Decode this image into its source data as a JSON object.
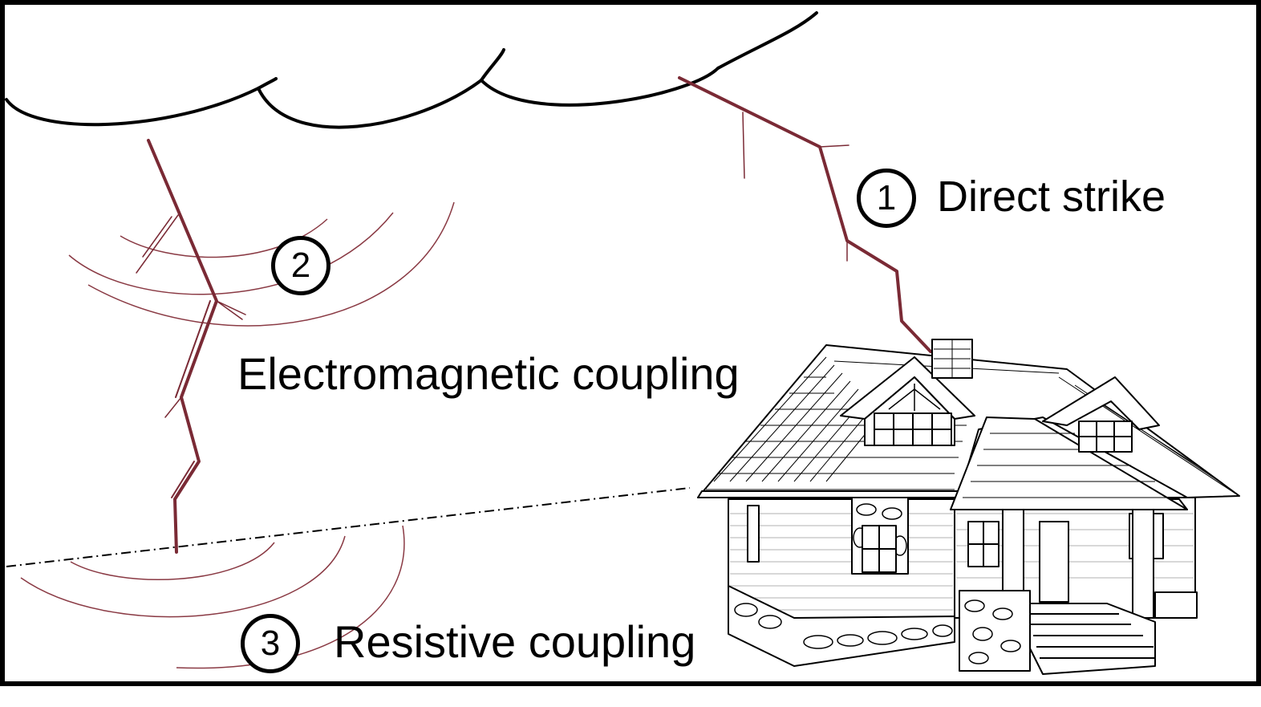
{
  "labels": {
    "direct": {
      "number": "1",
      "text": "Direct strike"
    },
    "electromagnetic": {
      "number": "2",
      "text": "Electromagnetic coupling"
    },
    "resistive": {
      "number": "3",
      "text": "Resistive coupling"
    }
  },
  "colors": {
    "lightning": "#7a2a35",
    "field_lines": "#8a3a44",
    "outline": "#000000",
    "frame": "#000000"
  },
  "icons": {
    "cloud": "cloud-outline",
    "bolt_direct": "lightning-bolt",
    "bolt_ground": "lightning-bolt",
    "house": "house-illustration"
  }
}
